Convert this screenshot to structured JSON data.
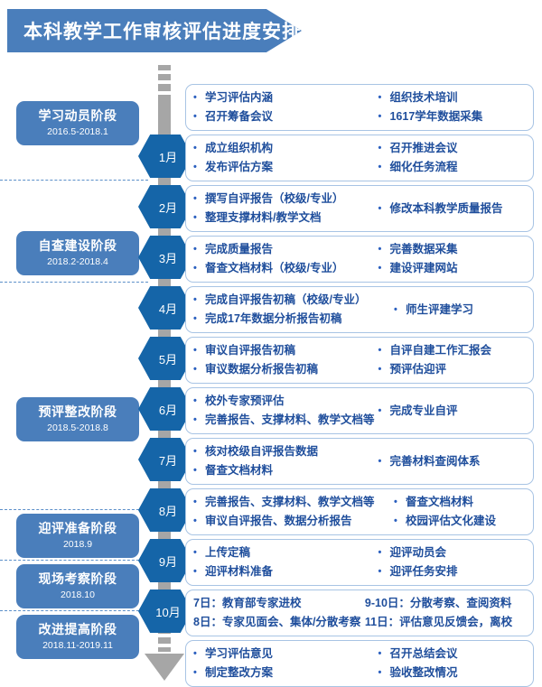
{
  "title": "本科教学工作审核评估进度安排",
  "colors": {
    "banner": "#4a7ebb",
    "stage_box": "#4a7ebb",
    "hexagon": "#1565a8",
    "axis": "#a6a6a6",
    "content_border": "#a8c4e4",
    "content_text": "#1f4e9c",
    "separator": "#5b8fc9"
  },
  "stages": [
    {
      "name": "学习动员阶段",
      "range": "2016.5-2018.1"
    },
    {
      "name": "自查建设阶段",
      "range": "2018.2-2018.4"
    },
    {
      "name": "预评整改阶段",
      "range": "2018.5-2018.8"
    },
    {
      "name": "迎评准备阶段",
      "range": "2018.9"
    },
    {
      "name": "现场考察阶段",
      "range": "2018.10"
    },
    {
      "name": "改进提高阶段",
      "range": "2018.11-2019.11"
    }
  ],
  "months": [
    {
      "label": "1月"
    },
    {
      "label": "2月"
    },
    {
      "label": "3月"
    },
    {
      "label": "4月"
    },
    {
      "label": "5月"
    },
    {
      "label": "6月"
    },
    {
      "label": "7月"
    },
    {
      "label": "8月"
    },
    {
      "label": "9月"
    },
    {
      "label": "10月"
    }
  ],
  "rows": [
    {
      "bulleted": true,
      "left": [
        "学习评估内涵",
        "召开筹备会议"
      ],
      "right": [
        "组织技术培训",
        "1617学年数据采集"
      ]
    },
    {
      "bulleted": true,
      "left": [
        "成立组织机构",
        "发布评估方案"
      ],
      "right": [
        "召开推进会议",
        "细化任务流程"
      ]
    },
    {
      "bulleted": true,
      "left": [
        "撰写自评报告（校级/专业）",
        "整理支撑材料/教学文档"
      ],
      "right": [
        "修改本科教学质量报告"
      ]
    },
    {
      "bulleted": true,
      "left": [
        "完成质量报告",
        "督查文档材料（校级/专业）"
      ],
      "right": [
        "完善数据采集",
        "建设评建网站"
      ]
    },
    {
      "bulleted": true,
      "left": [
        "完成自评报告初稿（校级/专业）",
        "完成17年数据分析报告初稿"
      ],
      "right": [
        "师生评建学习"
      ]
    },
    {
      "bulleted": true,
      "left": [
        "审议自评报告初稿",
        "审议数据分析报告初稿"
      ],
      "right": [
        "自评自建工作汇报会",
        "预评估迎评"
      ]
    },
    {
      "bulleted": true,
      "left": [
        "校外专家预评估",
        "完善报告、支撑材料、教学文档等"
      ],
      "right": [
        "完成专业自评"
      ]
    },
    {
      "bulleted": true,
      "left": [
        "核对校级自评报告数据",
        "督查文档材料"
      ],
      "right": [
        "完善材料查阅体系"
      ]
    },
    {
      "bulleted": true,
      "left": [
        "完善报告、支撑材料、教学文档等",
        "审议自评报告、数据分析报告"
      ],
      "right": [
        "督查文档材料",
        "校园评估文化建设"
      ]
    },
    {
      "bulleted": true,
      "left": [
        "上传定稿",
        "迎评材料准备"
      ],
      "right": [
        "迎评动员会",
        "迎评任务安排"
      ]
    },
    {
      "bulleted": false,
      "left": [
        "7日：教育部专家进校",
        "8日：专家见面会、集体/分散考察"
      ],
      "right": [
        "9-10日：分散考察、查阅资料",
        "11日：评估意见反馈会，离校"
      ]
    },
    {
      "bulleted": true,
      "left": [
        "学习评估意见",
        "制定整改方案"
      ],
      "right": [
        "召开总结会议",
        "验收整改情况"
      ]
    }
  ]
}
